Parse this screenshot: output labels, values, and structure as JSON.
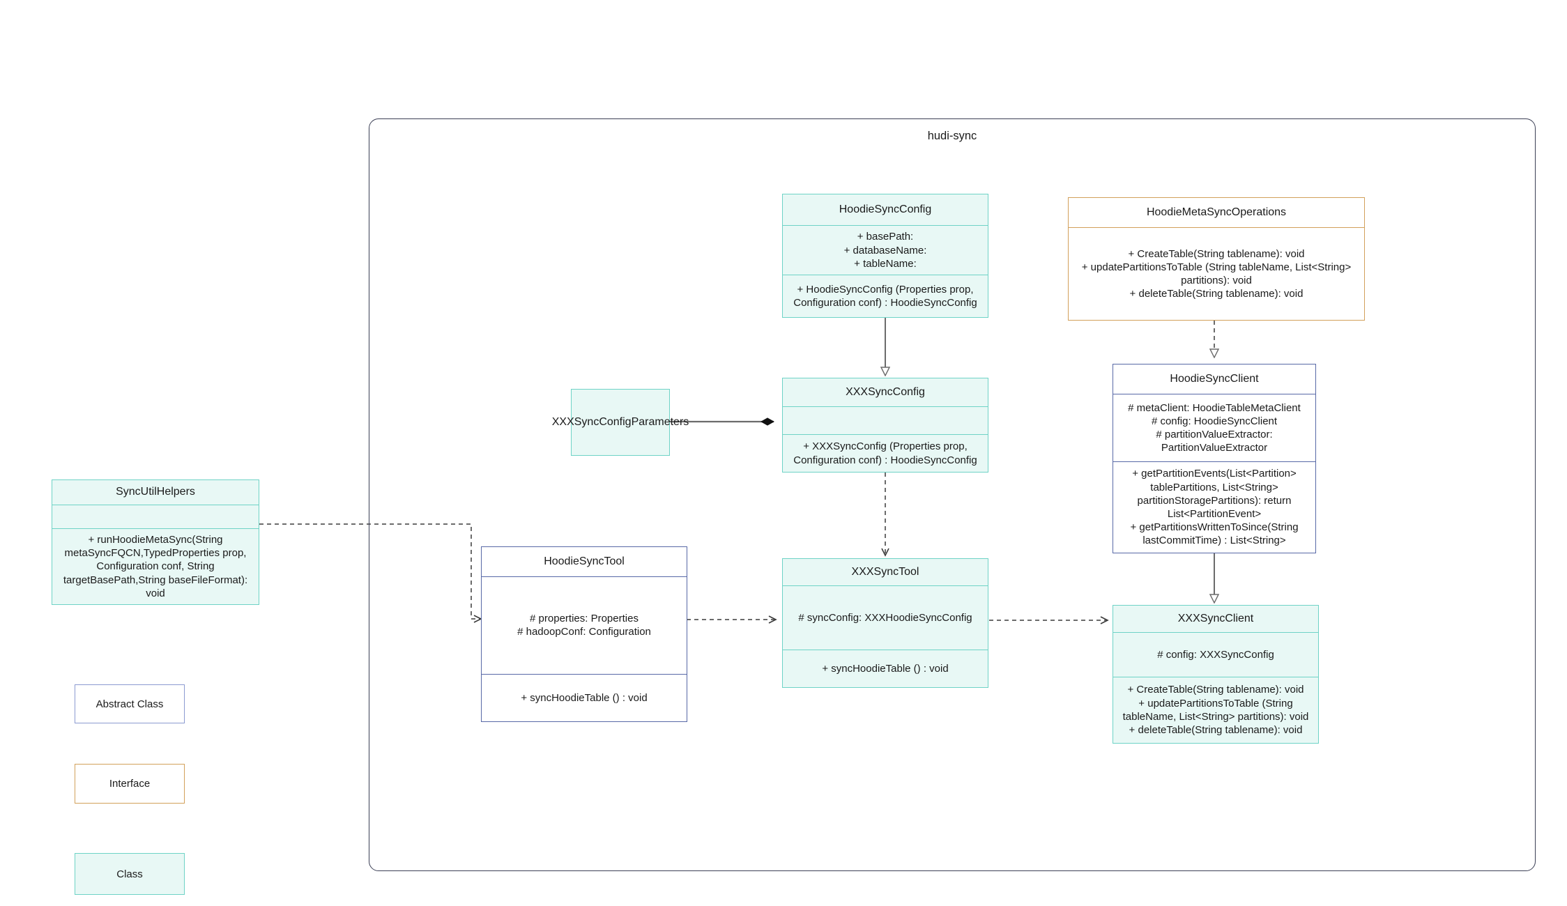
{
  "package": {
    "title": "hudi-sync"
  },
  "nodes": {
    "hoodieSyncConfig": {
      "title": "HoodieSyncConfig",
      "attributes": "+    basePath:\n+   databaseName:\n+    tableName:",
      "methods": "+   HoodieSyncConfig (Properties prop, Configuration conf) : HoodieSyncConfig"
    },
    "hoodieMetaSyncOperations": {
      "title": "HoodieMetaSyncOperations",
      "methods": "+   CreateTable(String tablename): void\n+   updatePartitionsToTable (String tableName, List<String> partitions): void\n+   deleteTable(String tablename): void"
    },
    "hoodieSyncClient": {
      "title": "HoodieSyncClient",
      "attributes": "#   metaClient: HoodieTableMetaClient\n#   config: HoodieSyncClient\n#    partitionValueExtractor: PartitionValueExtractor",
      "methods": "+   getPartitionEvents(List<Partition> tablePartitions, List<String> partitionStoragePartitions): return List<PartitionEvent>\n+   getPartitionsWrittenToSince(String lastCommitTime) : List<String>"
    },
    "xxxSyncConfigParameters": {
      "title": "XXXSyncConfigParameters"
    },
    "xxxSyncConfig": {
      "title": "XXXSyncConfig",
      "attributes": "",
      "methods": "+   XXXSyncConfig (Properties prop, Configuration conf) : HoodieSyncConfig"
    },
    "syncUtilHelpers": {
      "title": "SyncUtilHelpers",
      "attributes": "",
      "methods": "+     runHoodieMetaSync(String metaSyncFQCN,TypedProperties prop, Configuration conf, String targetBasePath,String baseFileFormat): void"
    },
    "hoodieSyncTool": {
      "title": "HoodieSyncTool",
      "attributes": "#   properties: Properties\n#   hadoopConf: Configuration",
      "methods": "+   syncHoodieTable () : void"
    },
    "xxxSyncTool": {
      "title": "XXXSyncTool",
      "attributes": "#   syncConfig: XXXHoodieSyncConfig",
      "methods": "+   syncHoodieTable () : void"
    },
    "xxxSyncClient": {
      "title": "XXXSyncClient",
      "attributes": "#    config: XXXSyncConfig",
      "methods": "+   CreateTable(String tablename): void\n+   updatePartitionsToTable (String tableName, List<String> partitions): void\n+   deleteTable(String tablename): void"
    }
  },
  "legend": {
    "abstract": "Abstract Class",
    "interface": "Interface",
    "clazz": "Class"
  },
  "colors": {
    "class_border": "#6ed3c6",
    "class_fill": "#e8f8f5",
    "abstract_border": "#5768a6",
    "interface_border": "#d2a05a",
    "package_border": "#3b3f55",
    "edge": "#6b6b6b"
  },
  "edges": [
    {
      "name": "xxxsyncconfig-extends-hoodiesyncconfig",
      "kind": "inheritance"
    },
    {
      "name": "hoodiesyncclient-implements-hoodiemetasyncoperations",
      "kind": "realization"
    },
    {
      "name": "xxxsynctool-depends-xxxsyncconfig",
      "kind": "dependency"
    },
    {
      "name": "xxxsyncclient-extends-hoodiesyncclient",
      "kind": "inheritance"
    },
    {
      "name": "xxxsyncconfig-composes-xxxsyncconfigparameters",
      "kind": "composition"
    },
    {
      "name": "syncutilhelpers-depends-hoodiesynctool",
      "kind": "dependency"
    },
    {
      "name": "hoodiesynctool-depends-xxxsynctool",
      "kind": "dependency"
    },
    {
      "name": "xxxsynctool-depends-xxxsyncclient",
      "kind": "dependency"
    }
  ]
}
